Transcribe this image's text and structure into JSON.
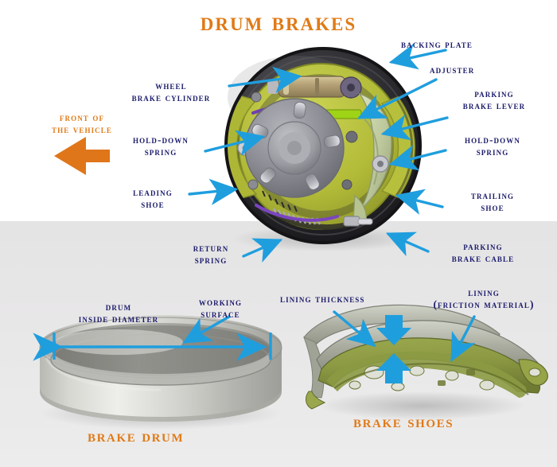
{
  "page": {
    "title": "Drum brakes",
    "background_top": "#ffffff",
    "background_bottom": "#e8e7e8"
  },
  "colors": {
    "title_orange": "#e07a17",
    "label_navy": "#1b1b6b",
    "arrow_blue": "#1f9ede",
    "arrow_orange": "#e0761a",
    "shoe_green": "#b8c13a",
    "hub_gray": "#8e8f96",
    "drum_gray": "#c8c8c4",
    "lever_green": "#c9d4a8"
  },
  "main_diagram": {
    "caption": "Drum brakes",
    "direction_note": {
      "line1": "Front of",
      "line2": "the vehicle",
      "arrow": "left-arrow-icon"
    },
    "callouts": [
      {
        "id": "backing-plate",
        "line1": "Backing plate",
        "line2": ""
      },
      {
        "id": "adjuster",
        "line1": "Adjuster",
        "line2": ""
      },
      {
        "id": "parking-brake-lever",
        "line1": "Parking",
        "line2": "brake lever"
      },
      {
        "id": "wheel-brake-cylinder",
        "line1": "Wheel",
        "line2": "brake cylinder"
      },
      {
        "id": "hold-down-spring-left",
        "line1": "Hold-down",
        "line2": "spring"
      },
      {
        "id": "hold-down-spring-right",
        "line1": "Hold-down",
        "line2": "spring"
      },
      {
        "id": "leading-shoe",
        "line1": "Leading",
        "line2": "shoe"
      },
      {
        "id": "trailing-shoe",
        "line1": "Trailing",
        "line2": "shoe"
      },
      {
        "id": "return-spring",
        "line1": "Return",
        "line2": "spring"
      },
      {
        "id": "parking-brake-cable",
        "line1": "Parking",
        "line2": "brake cable"
      }
    ]
  },
  "brake_drum": {
    "caption": "Brake drum",
    "callouts": [
      {
        "id": "drum-inside-diameter",
        "line1": "Drum",
        "line2": "inside diameter"
      },
      {
        "id": "working-surface",
        "line1": "Working",
        "line2": "surface"
      }
    ]
  },
  "brake_shoes": {
    "caption": "Brake shoes",
    "callouts": [
      {
        "id": "lining-thickness",
        "line1": "Lining thickness",
        "line2": ""
      },
      {
        "id": "lining-friction",
        "line1": "Lining",
        "line2": "(friction material)"
      }
    ]
  }
}
